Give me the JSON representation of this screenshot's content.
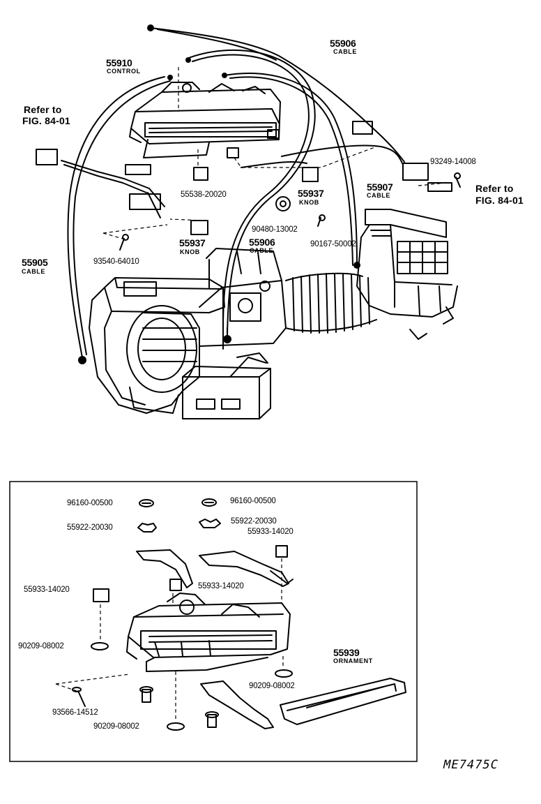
{
  "upper": {
    "control": {
      "number": "55910",
      "name": "CONTROL"
    },
    "cable_top": {
      "number": "55906",
      "name": "CABLE"
    },
    "cable_mid": {
      "number": "55906",
      "name": "CABLE"
    },
    "cable_right": {
      "number": "55907",
      "name": "CABLE"
    },
    "cable_left": {
      "number": "55905",
      "name": "CABLE"
    },
    "knob_right": {
      "number": "55937",
      "name": "KNOB"
    },
    "knob_left": {
      "number": "55937",
      "name": "KNOB"
    },
    "ref_left": {
      "line1": "Refer to",
      "line2": "FIG. 84-01"
    },
    "ref_right": {
      "line1": "Refer to",
      "line2": "FIG. 84-01"
    },
    "parts": {
      "p93249": "93249-14008",
      "p55538": "55538-20020",
      "p90480": "90480-13002",
      "p90167": "90167-50002",
      "p93540": "93540-64010"
    }
  },
  "lower": {
    "nut_left": "96160-00500",
    "nut_right": "96160-00500",
    "washer_left": "55922-20030",
    "washer_right": "55922-20030",
    "clip_top_right": "55933-14020",
    "clip_mid": "55933-14020",
    "clip_left": "55933-14020",
    "washer_90209_left": "90209-08002",
    "washer_90209_right": "90209-08002",
    "washer_90209_bottom": "90209-08002",
    "screw": "93566-14512",
    "ornament": {
      "number": "55939",
      "name": "ORNAMENT"
    }
  },
  "drawing_code": "ME7475C"
}
